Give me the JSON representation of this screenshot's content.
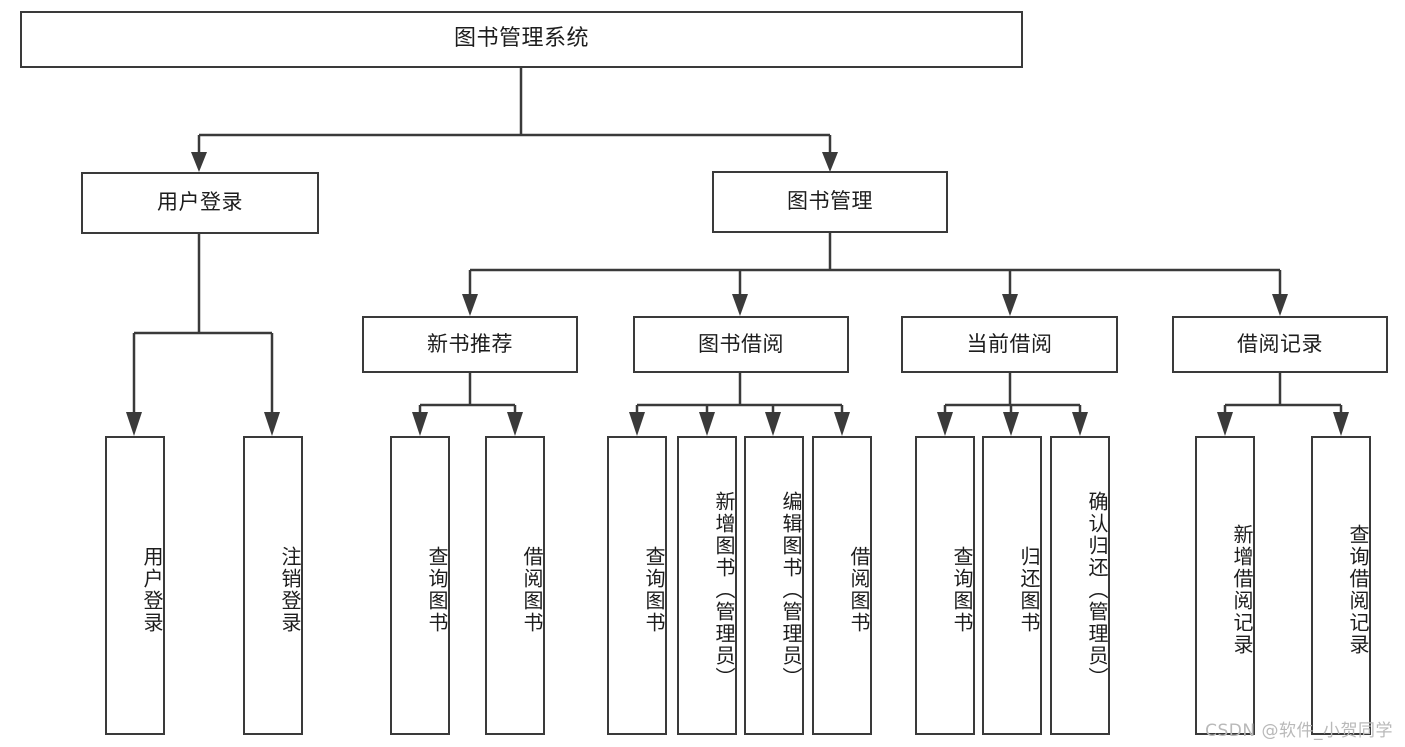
{
  "diagram": {
    "title": "图书管理系统",
    "type": "tree",
    "orientation": "top-down",
    "colors": {
      "stroke": "#3a3a3a",
      "fill": "#ffffff",
      "text": "#1d1d1d",
      "watermark": "#b9b9b9"
    },
    "root": {
      "id": "root",
      "label": "图书管理系统",
      "text_direction": "horizontal"
    },
    "level2": [
      {
        "id": "user-login",
        "label": "用户登录",
        "text_direction": "horizontal"
      },
      {
        "id": "book-manage",
        "label": "图书管理",
        "text_direction": "horizontal"
      }
    ],
    "level3": [
      {
        "id": "new-book-rec",
        "label": "新书推荐",
        "parent": "book-manage",
        "text_direction": "horizontal"
      },
      {
        "id": "book-borrow",
        "label": "图书借阅",
        "parent": "book-manage",
        "text_direction": "horizontal"
      },
      {
        "id": "current-borrow",
        "label": "当前借阅",
        "parent": "book-manage",
        "text_direction": "horizontal"
      },
      {
        "id": "borrow-record",
        "label": "借阅记录",
        "parent": "book-manage",
        "text_direction": "horizontal"
      }
    ],
    "leaves": [
      {
        "id": "leaf-user-login",
        "label": "用户登录",
        "parent": "user-login",
        "text_direction": "vertical"
      },
      {
        "id": "leaf-logout",
        "label": "注销登录",
        "parent": "user-login",
        "text_direction": "vertical"
      },
      {
        "id": "leaf-query-book-rec",
        "label": "查询图书",
        "parent": "new-book-rec",
        "text_direction": "vertical"
      },
      {
        "id": "leaf-borrow-book-rec",
        "label": "借阅图书",
        "parent": "new-book-rec",
        "text_direction": "vertical"
      },
      {
        "id": "leaf-query-book-borrow",
        "label": "查询图书",
        "parent": "book-borrow",
        "text_direction": "vertical"
      },
      {
        "id": "leaf-add-book",
        "label": "新增图书（管理员）",
        "parent": "book-borrow",
        "text_direction": "vertical"
      },
      {
        "id": "leaf-edit-book",
        "label": "编辑图书（管理员）",
        "parent": "book-borrow",
        "text_direction": "vertical"
      },
      {
        "id": "leaf-borrow-book",
        "label": "借阅图书",
        "parent": "book-borrow",
        "text_direction": "vertical"
      },
      {
        "id": "leaf-query-book-cur",
        "label": "查询图书",
        "parent": "current-borrow",
        "text_direction": "vertical"
      },
      {
        "id": "leaf-return-book",
        "label": "归还图书",
        "parent": "current-borrow",
        "text_direction": "vertical"
      },
      {
        "id": "leaf-confirm-return",
        "label": "确认归还（管理员）",
        "parent": "current-borrow",
        "text_direction": "vertical"
      },
      {
        "id": "leaf-add-record",
        "label": "新增借阅记录",
        "parent": "borrow-record",
        "text_direction": "vertical"
      },
      {
        "id": "leaf-query-record",
        "label": "查询借阅记录",
        "parent": "borrow-record",
        "text_direction": "vertical"
      }
    ]
  },
  "watermark": {
    "text": "CSDN @软件_小贺同学"
  }
}
